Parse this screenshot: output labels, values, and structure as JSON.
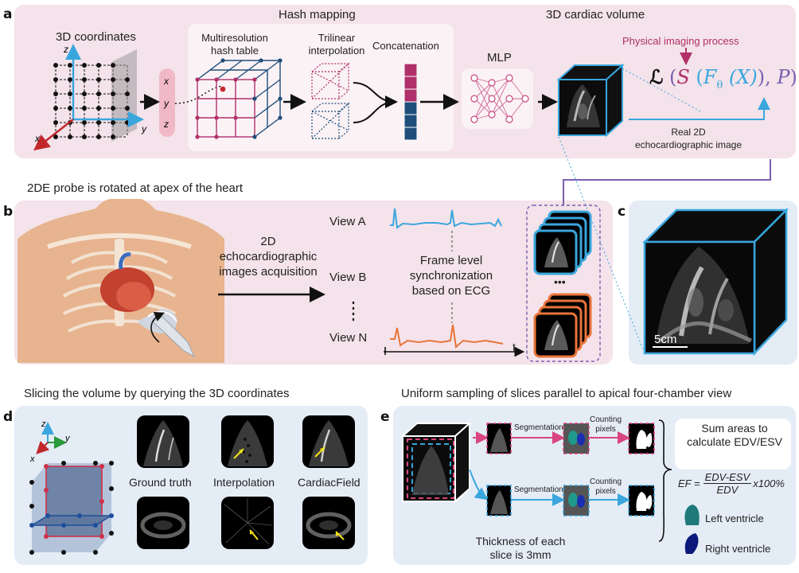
{
  "panels": {
    "a": {
      "letter": "a",
      "hash_mapping": "Hash mapping",
      "coords_title": "3D coordinates",
      "axes": {
        "z": "z",
        "y": "y",
        "x": "x"
      },
      "coord_vars": [
        "x",
        "y",
        "z"
      ],
      "hash_table": "Multiresolution\nhash table",
      "trilinear": "Trilinear\ninterpolation",
      "concatenation": "Concatenation",
      "mlp": "MLP",
      "volume_title": "3D cardiac volume",
      "physical": "Physical imaging process",
      "loss": {
        "L": "ℒ",
        "open": "(",
        "S": "S",
        "open2": "(",
        "F": "F",
        "theta": "θ",
        "X": "(X)",
        "close2": ")",
        "comma": ",",
        "P": "P",
        "close": ")"
      },
      "real_2d": "Real 2D\nechocardiographic image"
    },
    "b": {
      "letter": "b",
      "title": "2DE probe is rotated at apex of the heart",
      "acquisition": "2D\nechocardiographic\nimages acquisition",
      "views": [
        "View A",
        "View B",
        "View N"
      ],
      "sync": "Frame level\nsynchronization\nbased on ECG",
      "t": "t",
      "dots": "•••"
    },
    "c": {
      "letter": "c",
      "scale": "5cm"
    },
    "d": {
      "letter": "d",
      "title": "Slicing the volume by querying the 3D coordinates",
      "labels": [
        "Ground truth",
        "Interpolation",
        "CardiacField"
      ],
      "axes": {
        "z": "z",
        "y": "y",
        "x": "x"
      }
    },
    "e": {
      "letter": "e",
      "title": "Uniform sampling of slices parallel to apical four-chamber view",
      "segmentation": "Segmentation",
      "counting": "Counting\npixels",
      "thickness": "Thickness of each\nslice is 3mm",
      "sum_title": "Sum areas to\ncalculate EDV/ESV",
      "ef_lhs": "EF =",
      "ef_num": "EDV-ESV",
      "ef_den": "EDV",
      "ef_mult": "x100%",
      "legend": [
        "Left ventricle",
        "Right ventricle"
      ]
    }
  },
  "colors": {
    "pink_bg": "#f4e3ea",
    "blue_bg": "#e4ecf6",
    "magenta": "#b0306a",
    "navy": "#1f4e7a",
    "cyan": "#3aa6dd",
    "orange": "#e8743a",
    "purple": "#7a5fb0",
    "teal": "#1d7a78",
    "dark_blue": "#0b1a7a"
  }
}
